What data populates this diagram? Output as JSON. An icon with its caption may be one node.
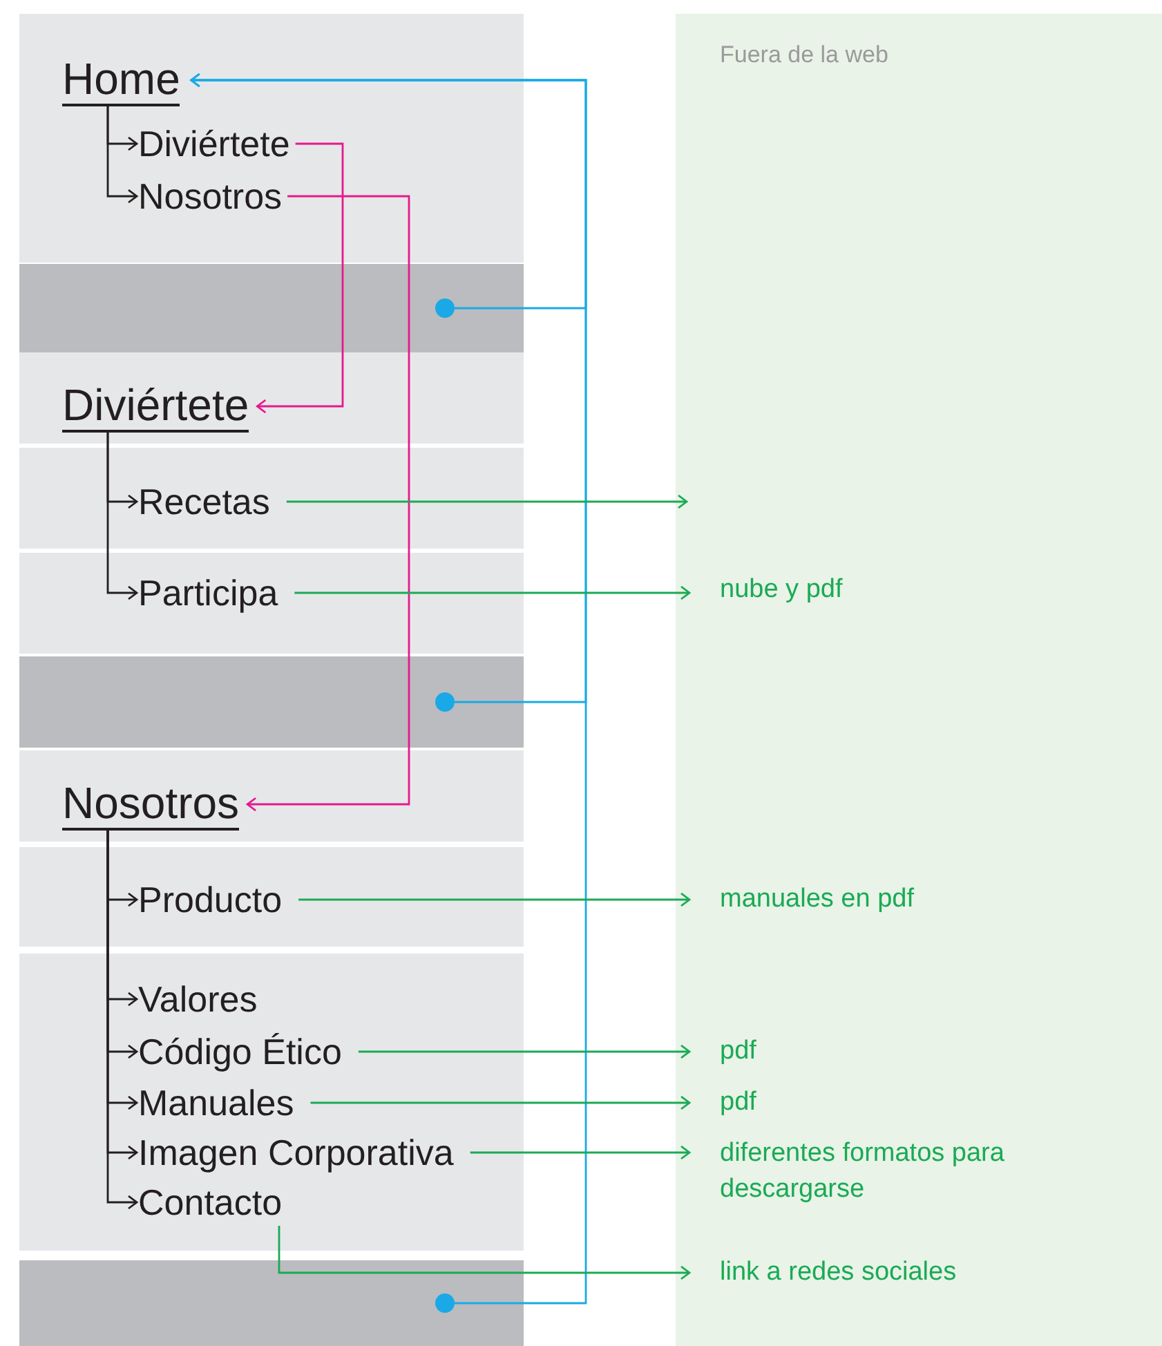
{
  "diagram": {
    "nodes": [
      {
        "text": [
          "Home"
        ]
      },
      {
        "text": [
          "Diviértete"
        ]
      },
      {
        "text": [
          "Nosotros"
        ]
      },
      {
        "text": [],
        "shape": "circle"
      },
      {
        "text": [
          "Diviértete"
        ]
      },
      {
        "text": [
          "Recetas"
        ]
      },
      {
        "text": [
          "Participa"
        ]
      },
      {
        "text": [],
        "shape": "circle"
      },
      {
        "text": [
          "Nosotros"
        ]
      },
      {
        "text": [
          "Producto"
        ]
      },
      {
        "text": [
          "Valores"
        ]
      },
      {
        "text": [
          "Código Ético"
        ]
      },
      {
        "text": [
          "Manuales"
        ]
      },
      {
        "text": [
          "Imagen Corporativa"
        ]
      },
      {
        "text": [
          "Contacto"
        ]
      },
      {
        "text": [],
        "shape": "circle"
      },
      {
        "text": [
          "Fuera de la web"
        ]
      },
      {
        "text": [
          "nube y pdf"
        ],
        "in": 16
      },
      {
        "text": [
          "manuales en pdf"
        ],
        "in": 16
      },
      {
        "text": [
          "pdf"
        ],
        "in": 16
      },
      {
        "text": [
          "pdf"
        ],
        "in": 16
      },
      {
        "text": [
          "diferentes formatos para descargarse"
        ],
        "in": 16
      },
      {
        "text": [
          "link a redes sociales"
        ],
        "in": 16
      }
    ],
    "edges": [
      {
        "from": 0,
        "to": 1,
        "arrow": "to"
      },
      {
        "from": 0,
        "to": 2,
        "arrow": "to"
      },
      {
        "from": 4,
        "to": 5,
        "arrow": "to"
      },
      {
        "from": 4,
        "to": 6,
        "arrow": "to"
      },
      {
        "from": 8,
        "to": 9,
        "arrow": "to"
      },
      {
        "from": 8,
        "to": 10,
        "arrow": "to"
      },
      {
        "from": 8,
        "to": 11,
        "arrow": "to"
      },
      {
        "from": 8,
        "to": 12,
        "arrow": "to"
      },
      {
        "from": 8,
        "to": 13,
        "arrow": "to"
      },
      {
        "from": 8,
        "to": 14,
        "arrow": "to"
      },
      {
        "from": 1,
        "to": 4,
        "arrow": "to",
        "color": "#e6198c"
      },
      {
        "from": 2,
        "to": 8,
        "arrow": "to",
        "color": "#e6198c"
      },
      {
        "from": 3,
        "to": 0,
        "arrow": "to",
        "color": "#1aa9e6"
      },
      {
        "from": 7,
        "to": 0,
        "arrow": "to",
        "color": "#1aa9e6"
      },
      {
        "from": 15,
        "to": 0,
        "arrow": "to",
        "color": "#1aa9e6"
      },
      {
        "from": 5,
        "to": 16,
        "arrow": "to",
        "color": "#1aaa55"
      },
      {
        "from": 6,
        "to": 17,
        "arrow": "to",
        "color": "#1aaa55"
      },
      {
        "from": 9,
        "to": 18,
        "arrow": "to",
        "color": "#1aaa55"
      },
      {
        "from": 11,
        "to": 19,
        "arrow": "to",
        "color": "#1aaa55"
      },
      {
        "from": 12,
        "to": 20,
        "arrow": "to",
        "color": "#1aaa55"
      },
      {
        "from": 13,
        "to": 21,
        "arrow": "to",
        "color": "#1aaa55"
      },
      {
        "from": 14,
        "to": 22,
        "arrow": "to",
        "color": "#1aaa55"
      }
    ]
  }
}
